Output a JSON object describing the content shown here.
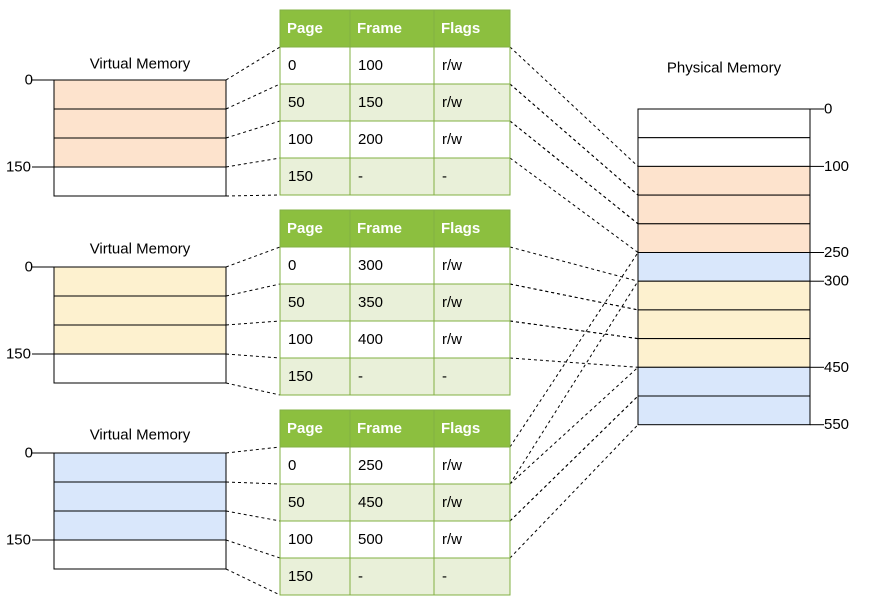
{
  "colors": {
    "header_green": "#8cbf3f",
    "header_border": "#82b043",
    "row_alt_green": "#e9f0d9",
    "orange": "#fde3cd",
    "yellow": "#fdf1cf",
    "blue": "#d9e7fb",
    "white": "#ffffff"
  },
  "table_headers": [
    "Page",
    "Frame",
    "Flags"
  ],
  "virtual_memories": [
    {
      "title": "Virtual Memory",
      "tick_labels": [
        "0",
        "150"
      ],
      "block_color": "orange",
      "rows": [
        [
          "0",
          "100",
          "r/w"
        ],
        [
          "50",
          "150",
          "r/w"
        ],
        [
          "100",
          "200",
          "r/w"
        ],
        [
          "150",
          "-",
          "-"
        ]
      ]
    },
    {
      "title": "Virtual Memory",
      "tick_labels": [
        "0",
        "150"
      ],
      "block_color": "yellow",
      "rows": [
        [
          "0",
          "300",
          "r/w"
        ],
        [
          "50",
          "350",
          "r/w"
        ],
        [
          "100",
          "400",
          "r/w"
        ],
        [
          "150",
          "-",
          "-"
        ]
      ]
    },
    {
      "title": "Virtual Memory",
      "tick_labels": [
        "0",
        "150"
      ],
      "block_color": "blue",
      "rows": [
        [
          "0",
          "250",
          "r/w"
        ],
        [
          "50",
          "450",
          "r/w"
        ],
        [
          "100",
          "500",
          "r/w"
        ],
        [
          "150",
          "-",
          "-"
        ]
      ]
    }
  ],
  "physical_memory": {
    "title": "Physical Memory",
    "frame_colors": [
      "white",
      "white",
      "orange",
      "orange",
      "orange",
      "blue",
      "yellow",
      "yellow",
      "yellow",
      "blue",
      "blue"
    ],
    "tick_labels": [
      "0",
      "100",
      "250",
      "300",
      "450",
      "550"
    ]
  }
}
